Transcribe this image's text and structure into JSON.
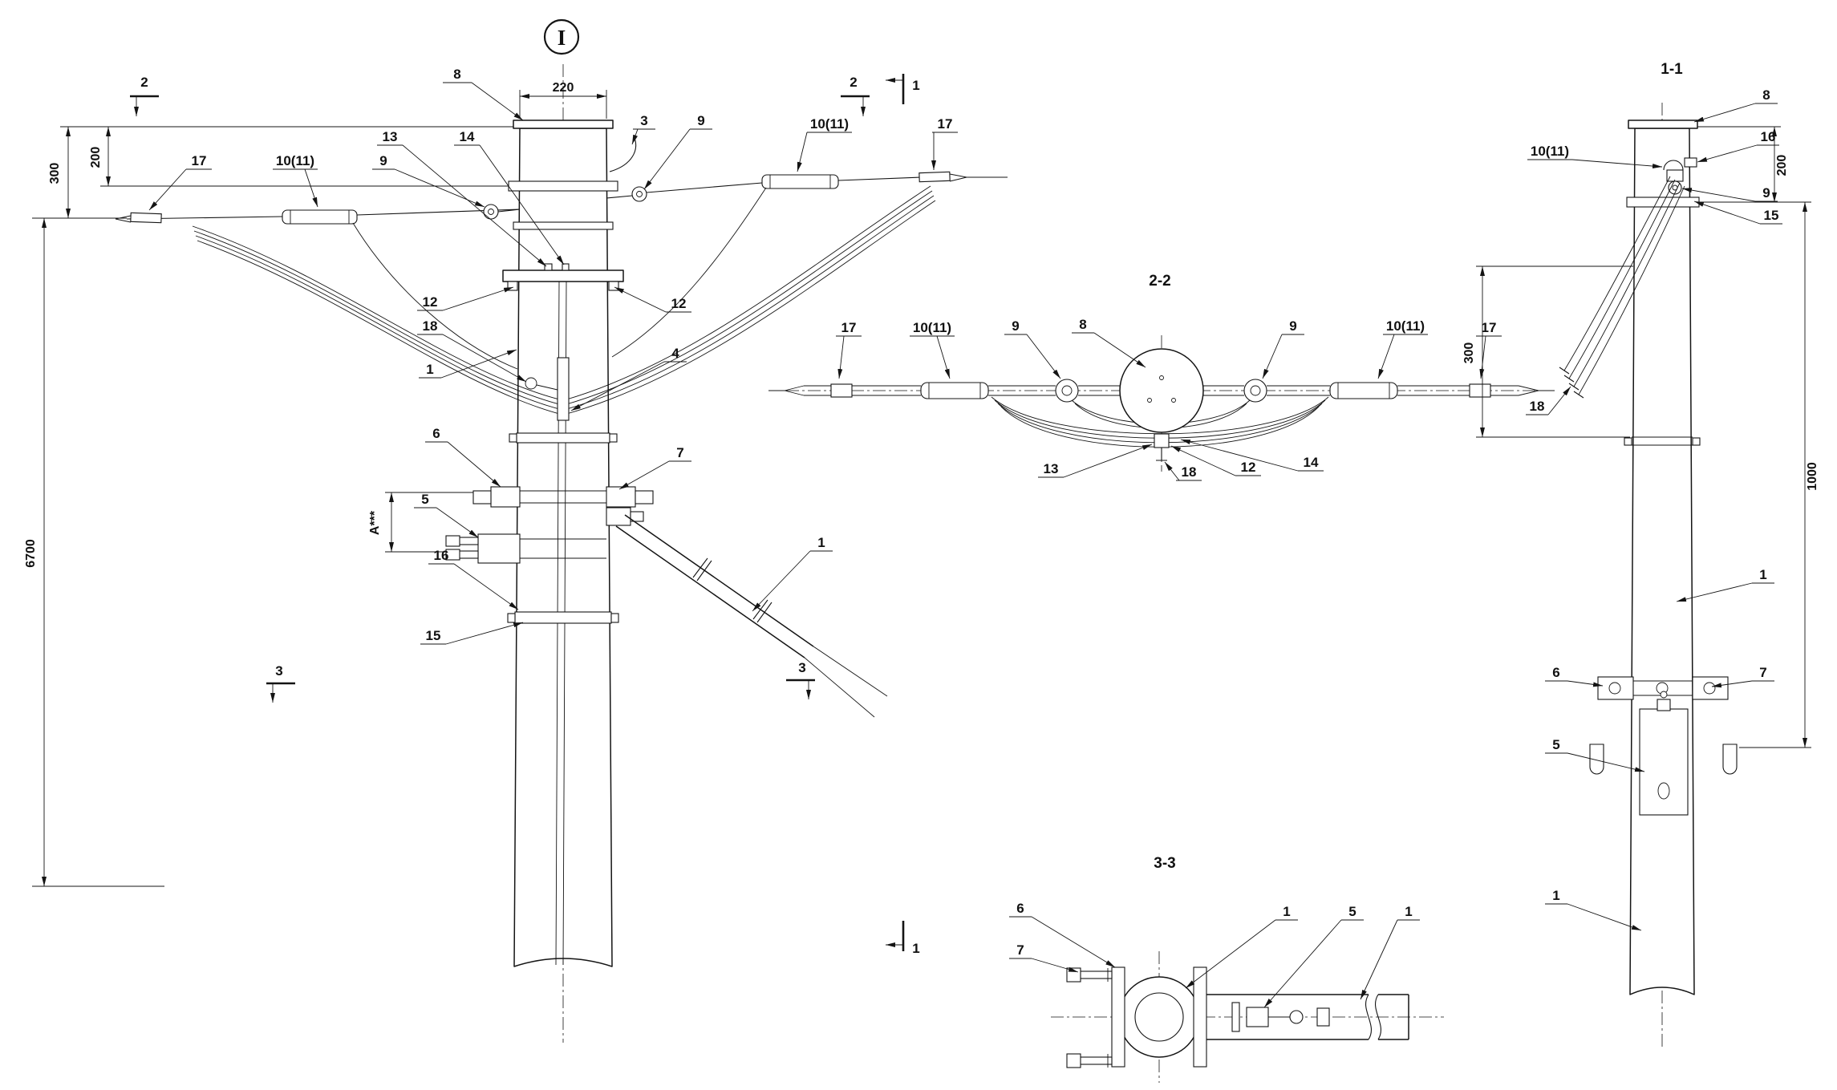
{
  "detail_marker": "I",
  "main": {
    "dim_220": "220",
    "dim_200": "200",
    "dim_300": "300",
    "dim_6700": "6700",
    "dim_A": "A***",
    "sec2_left": "2",
    "sec2_right": "2",
    "sec1_top": "1",
    "sec1_bottom": "1",
    "sec3_left": "3",
    "sec3_right": "3",
    "c8": "8",
    "c3": "3",
    "c9_right": "9",
    "c10_right": "10(11)",
    "c17_right": "17",
    "c17_left": "17",
    "c10_left": "10(11)",
    "c9_left": "9",
    "c13": "13",
    "c14": "14",
    "c12_left": "12",
    "c12_right": "12",
    "c18": "18",
    "c1_pole": "1",
    "c4": "4",
    "c6": "6",
    "c7": "7",
    "c5": "5",
    "c16": "16",
    "c15": "15",
    "c1_stay": "1"
  },
  "section22": {
    "title": "2-2",
    "c17_left": "17",
    "c10_left": "10(11)",
    "c9_left": "9",
    "c8": "8",
    "c9_right": "9",
    "c10_right": "10(11)",
    "c17_right": "17",
    "c13": "13",
    "c18": "18",
    "c12": "12",
    "c14": "14"
  },
  "section33": {
    "title": "3-3",
    "c6": "6",
    "c7": "7",
    "c1_clamp": "1",
    "c5": "5",
    "c1_tube": "1"
  },
  "section11": {
    "title": "1-1",
    "dim_200": "200",
    "dim_300": "300",
    "dim_1000": "1000",
    "c8": "8",
    "c16": "16",
    "c10": "10(11)",
    "c9": "9",
    "c15": "15",
    "c18": "18",
    "c1_upper": "1",
    "c6": "6",
    "c7": "7",
    "c5": "5",
    "c1_lower": "1"
  }
}
